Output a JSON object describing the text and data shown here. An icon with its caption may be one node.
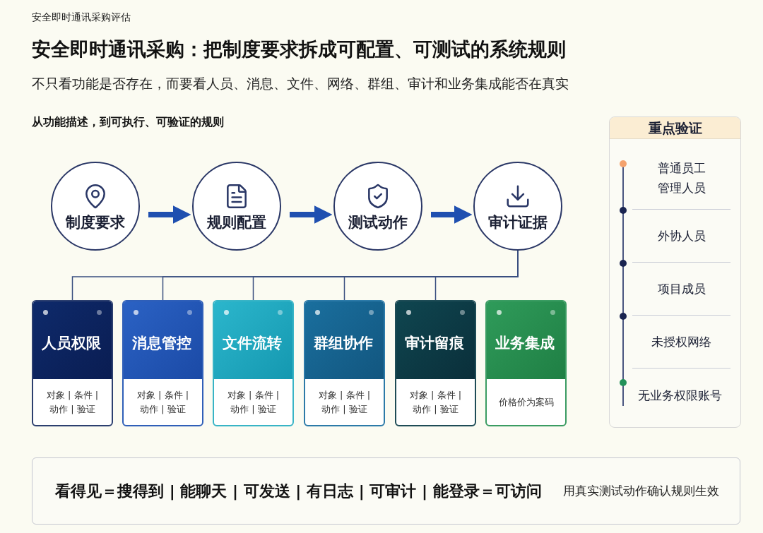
{
  "diagram": {
    "title": "安全即时通讯采购：把制度要求拆成可配置、可测试的系统规则",
    "nodes": [
      {
        "text": [
          "制度要求"
        ]
      },
      {
        "text": [
          "规则配置"
        ]
      },
      {
        "text": [
          "测试动作"
        ]
      },
      {
        "text": [
          "审计证据"
        ]
      },
      {
        "text": [
          "人员权限",
          "对象 | 条件 | 动作 | 验证"
        ]
      },
      {
        "text": [
          "消息管控",
          "对象 | 条件 | 动作 | 验证"
        ]
      },
      {
        "text": [
          "文件流转",
          "对象 | 条件 | 动作 | 验证"
        ]
      },
      {
        "text": [
          "群组协作",
          "对象 | 条件 | 动作 | 验证"
        ]
      },
      {
        "text": [
          "审计留痕",
          "对象 | 条件 | 动作 | 验证"
        ]
      },
      {
        "text": [
          "业务集成",
          "价格价为案码"
        ]
      },
      {
        "text": [
          "重点验证"
        ]
      },
      {
        "text": [
          "普通员工",
          "管理人员"
        ],
        "in": 10
      },
      {
        "text": [
          "外协人员"
        ],
        "in": 10
      },
      {
        "text": [
          "项目成员"
        ],
        "in": 10
      },
      {
        "text": [
          "未授权网络"
        ],
        "in": 10
      },
      {
        "text": [
          "无业务权限账号"
        ],
        "in": 10
      },
      {
        "text": [
          "看得见＝搜得到 | 能聊天 | 可发送 | 有日志 | 可审计 | 能登录＝可访问",
          "用真实测试动作确认规则生效"
        ]
      }
    ],
    "edges": [
      {
        "from": 0,
        "to": 1,
        "arrow": "to",
        "style": "thick"
      },
      {
        "from": 1,
        "to": 2,
        "arrow": "to",
        "style": "thick"
      },
      {
        "from": 2,
        "to": 3,
        "arrow": "to",
        "style": "thick"
      },
      {
        "from": 3,
        "to": 4,
        "arrow": "none"
      },
      {
        "from": 3,
        "to": 5,
        "arrow": "none"
      },
      {
        "from": 3,
        "to": 6,
        "arrow": "none"
      },
      {
        "from": 3,
        "to": 7,
        "arrow": "none"
      },
      {
        "from": 3,
        "to": 8,
        "arrow": "none"
      }
    ],
    "labels": [
      "安全即时通讯采购评估",
      "不只看功能是否存在，而要看人员、消息、文件、网络、群组、审计和业务集成能否在真实",
      "从功能描述，到可执行、可验证的规则"
    ]
  }
}
